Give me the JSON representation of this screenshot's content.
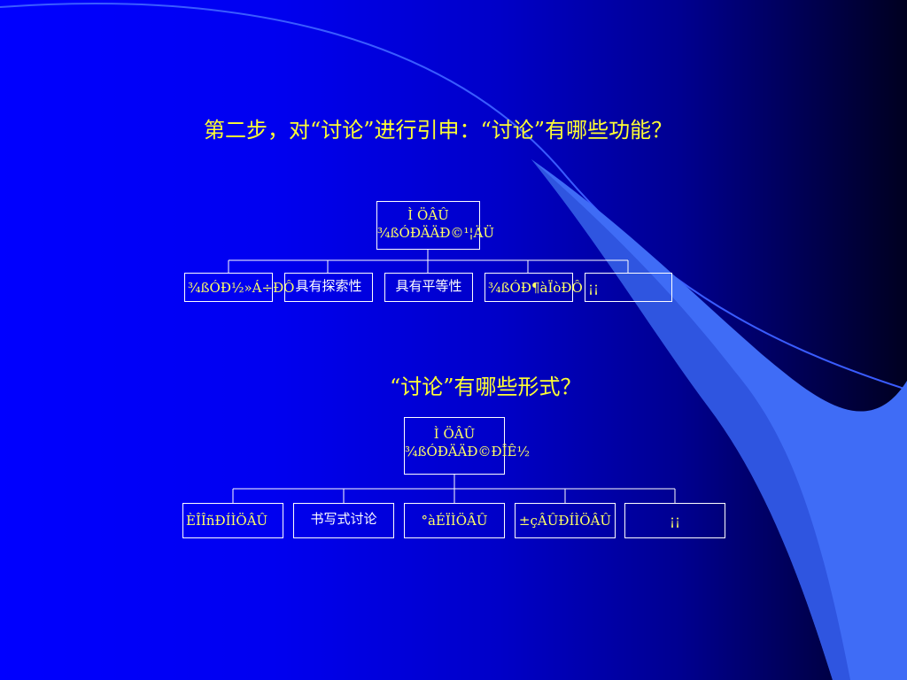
{
  "section1": {
    "question": "第二步，对“讨论”进行引申：“讨论”有哪些功能？",
    "root": {
      "line1": "Ì ÖÂÛ",
      "line2": "¾ßÓÐÄÄÐ©¹¦ÄÜ"
    },
    "children": [
      {
        "label": "¾ßÓÐ½»Á÷ÐÔ"
      },
      {
        "label": "具有探索性"
      },
      {
        "label": "具有平等性"
      },
      {
        "label": "¾ßÓÐ¶àÏòÐÔ"
      },
      {
        "label": "¡­¡­"
      }
    ]
  },
  "section2": {
    "question": "“讨论”有哪些形式？",
    "root": {
      "line1": "Ì ÖÂÛ",
      "line2": "¾ßÓÐÄÄÐ©ÐÎÊ½"
    },
    "children": [
      {
        "label": "ÈÎÎñÐÍÌÖÂÛ"
      },
      {
        "label": "书写式讨论"
      },
      {
        "label": "°àÉÏÌÖÂÛ"
      },
      {
        "label": "±çÂÛÐÍÌÖÂÛ"
      },
      {
        "label": "¡­¡­"
      }
    ]
  },
  "colors": {
    "text_yellow": "#ffff33",
    "box_border": "#ffffff",
    "background": "#0000ff",
    "swoosh": "#3a6cff"
  }
}
